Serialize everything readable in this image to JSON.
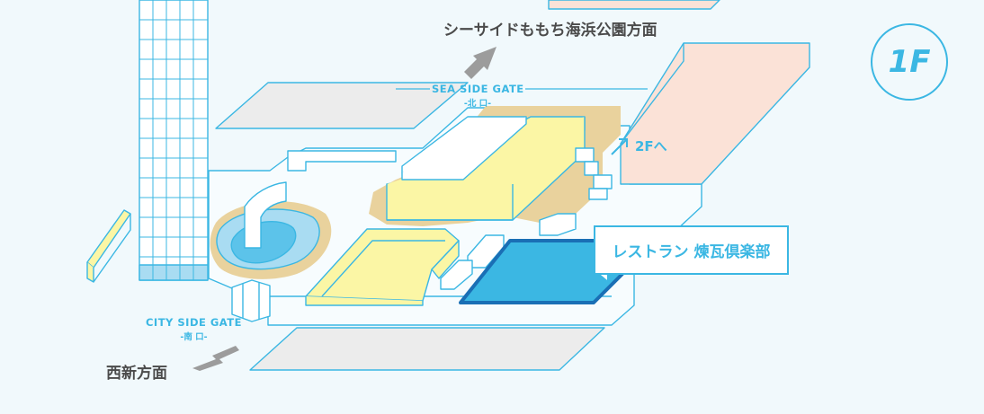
{
  "map": {
    "floor_label": "1F",
    "north_destination": "シーサイドももち海浜公園方面",
    "west_destination": "西新方面",
    "north_gate": {
      "name": "SEA SIDE GATE",
      "sub": "-北 口-"
    },
    "south_gate": {
      "name": "CITY SIDE GATE",
      "sub": "-南 口-"
    },
    "upstairs_label": "2Fへ",
    "highlight": {
      "name": "レストラン 煉瓦倶楽部"
    }
  },
  "colors": {
    "background": "#f1f9fc",
    "outline": "#3bb7e3",
    "highlight_fill": "#3bb7e3",
    "highlight_border": "#1a6fb5",
    "yellow_block": "#fbf6a5",
    "sand": "#e9d29d",
    "pink_block": "#fbe2d7",
    "grey_plaza": "#ececec",
    "water": "#5cc3ea",
    "arrow": "#9c9c9c"
  },
  "icons": [
    "up-arrow-icon",
    "down-left-arrow-icon",
    "diagonal-arrow-icon"
  ]
}
